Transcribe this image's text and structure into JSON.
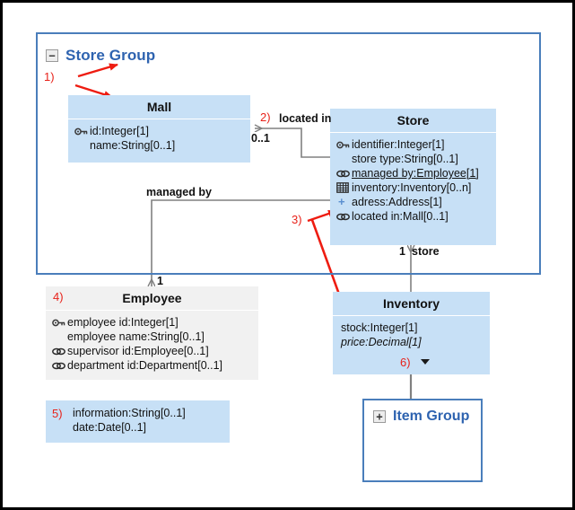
{
  "diagram": {
    "title": "Store Group",
    "package": {
      "name": "Store Group",
      "expander": "−"
    },
    "subpackage": {
      "name": "Item Group",
      "expander": "+"
    },
    "classes": [
      {
        "id": "mall",
        "name": "Mall",
        "attributes": [
          {
            "icon": "key-icon",
            "text": "id:Integer[1]",
            "style": "plain"
          },
          {
            "icon": "none",
            "text": "name:String[0..1]",
            "style": "plain"
          }
        ]
      },
      {
        "id": "store",
        "name": "Store",
        "attributes": [
          {
            "icon": "key-icon",
            "text": "identifier:Integer[1]",
            "style": "plain"
          },
          {
            "icon": "none",
            "text": "store type:String[0..1]",
            "style": "plain"
          },
          {
            "icon": "link-icon",
            "text": "managed by:Employee[1]",
            "style": "underline"
          },
          {
            "icon": "table-icon",
            "text": "inventory:Inventory[0..n]",
            "style": "plain"
          },
          {
            "icon": "plus-icon",
            "text": "adress:Address[1]",
            "style": "plain"
          },
          {
            "icon": "link-icon",
            "text": "located in:Mall[0..1]",
            "style": "plain"
          }
        ]
      },
      {
        "id": "employee",
        "name": "Employee",
        "attributes": [
          {
            "icon": "key-icon",
            "text": "employee id:Integer[1]",
            "style": "plain"
          },
          {
            "icon": "none",
            "text": "employee name:String[0..1]",
            "style": "plain"
          },
          {
            "icon": "link-icon",
            "text": "supervisor id:Employee[0..1]",
            "style": "plain"
          },
          {
            "icon": "link-icon",
            "text": "department id:Department[0..1]",
            "style": "plain"
          }
        ]
      },
      {
        "id": "inventory",
        "name": "Inventory",
        "attributes": [
          {
            "icon": "none",
            "text": "stock:Integer[1]",
            "style": "plain"
          },
          {
            "icon": "none",
            "text": "price:Decimal[1]",
            "style": "italic"
          }
        ]
      }
    ],
    "note": {
      "lines": [
        "information:String[0..1]",
        "date:Date[0..1]"
      ]
    },
    "edge_labels": {
      "located_in": "located in",
      "located_in_mult": "0..1",
      "managed_by": "managed by",
      "managed_by_mult": "1",
      "store_mult": "1",
      "store_role": "store"
    },
    "annotations": [
      {
        "id": "a1",
        "label": "1)"
      },
      {
        "id": "a2",
        "label": "2)"
      },
      {
        "id": "a3",
        "label": "3)"
      },
      {
        "id": "a4",
        "label": "4)"
      },
      {
        "id": "a5",
        "label": "5)"
      },
      {
        "id": "a6",
        "label": "6)"
      }
    ],
    "colors": {
      "class_fill": "#c7e0f6",
      "class_fill_gray": "#f1f1f1",
      "package_border": "#4a7ebb",
      "package_title": "#2e63b0",
      "annotation_red": "#e8221a",
      "connector_gray": "#808080",
      "canvas_border": "#000000"
    }
  }
}
